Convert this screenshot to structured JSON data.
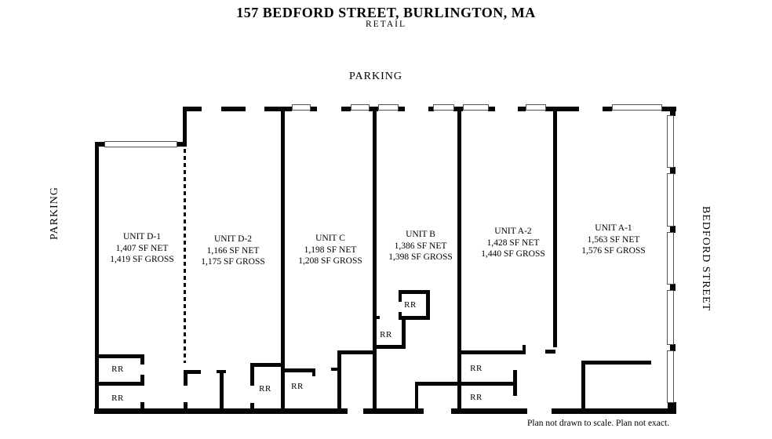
{
  "header": {
    "title": "157 BEDFORD STREET, BURLINGTON, MA",
    "subtitle": "RETAIL"
  },
  "street_labels": {
    "parking_top": "PARKING",
    "parking_left": "PARKING",
    "bedford_street": "BEDFORD STREET"
  },
  "units": [
    {
      "name": "UNIT D-1",
      "net": "1,407 SF NET",
      "gross": "1,419 SF GROSS"
    },
    {
      "name": "UNIT D-2",
      "net": "1,166 SF NET",
      "gross": "1,175 SF GROSS"
    },
    {
      "name": "UNIT C",
      "net": "1,198 SF NET",
      "gross": "1,208 SF GROSS"
    },
    {
      "name": "UNIT B",
      "net": "1,386 SF NET",
      "gross": "1,398 SF GROSS"
    },
    {
      "name": "UNIT A-2",
      "net": "1,428 SF NET",
      "gross": "1,440 SF GROSS"
    },
    {
      "name": "UNIT A-1",
      "net": "1,563 SF NET",
      "gross": "1,576 SF GROSS"
    }
  ],
  "restroom_label": "RR",
  "footnote": "Plan not drawn to scale. Plan not exact."
}
